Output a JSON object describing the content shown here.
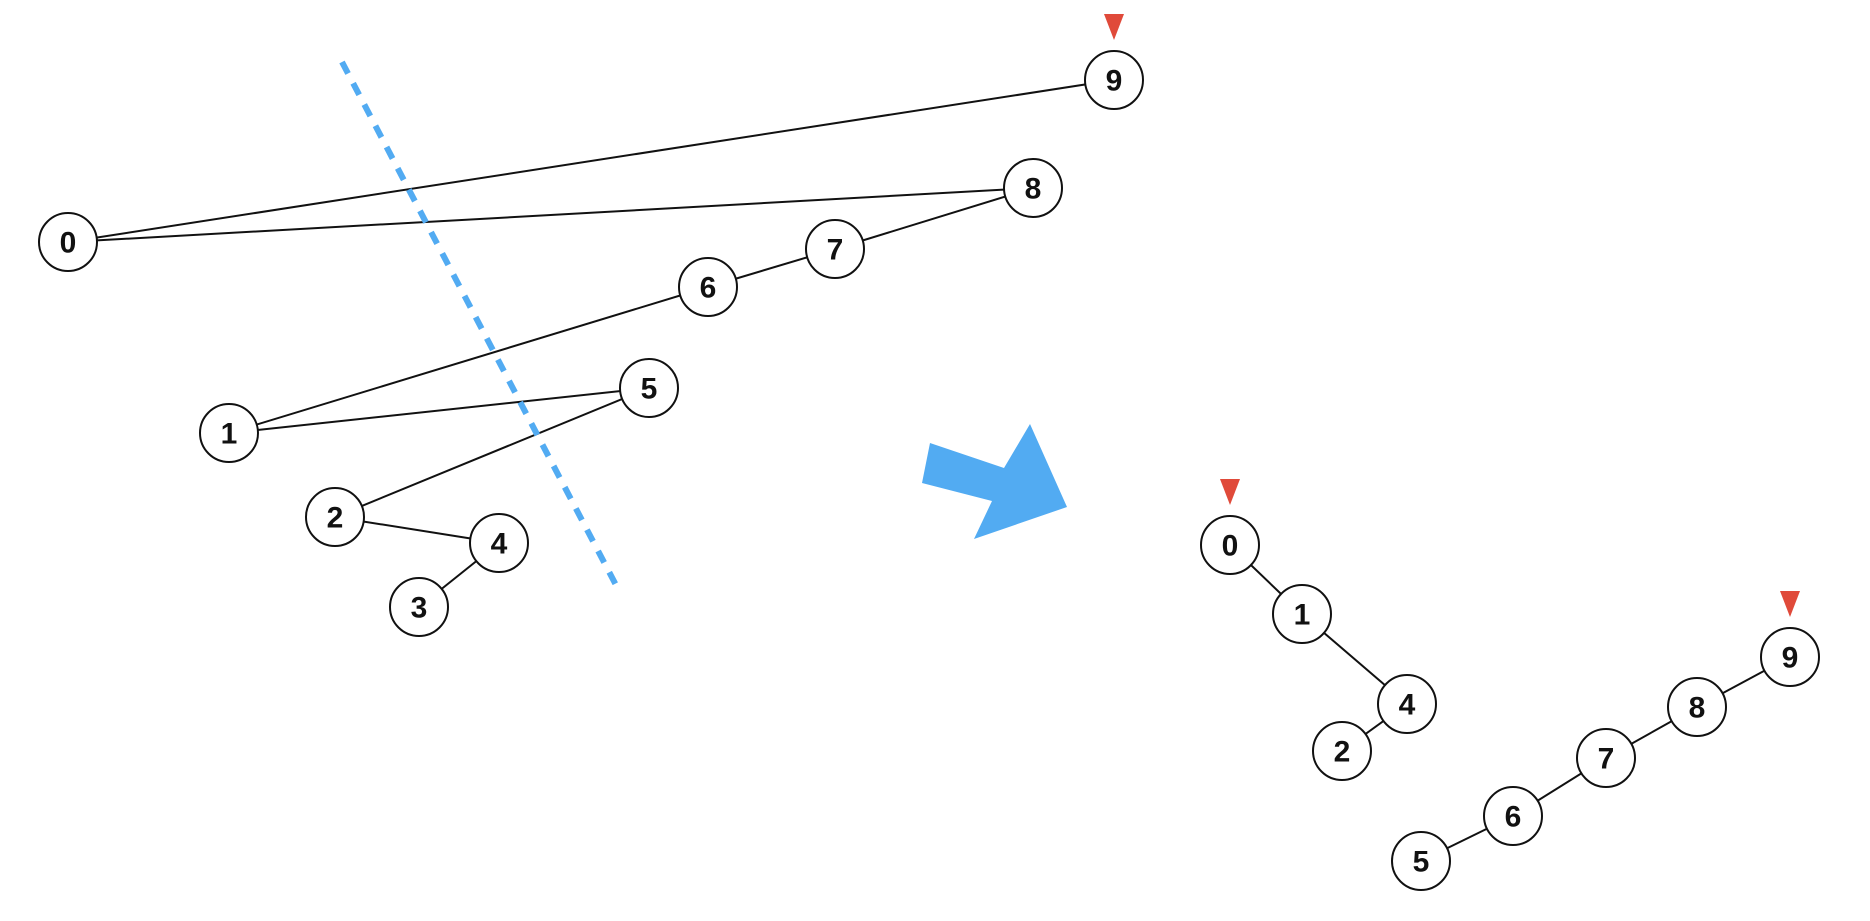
{
  "colors": {
    "node_fill": "#ffffff",
    "stroke": "#111111",
    "accent_blue": "#52abf2",
    "marker_red": "#e04a3a"
  },
  "left_tree": {
    "nodes": [
      "0",
      "1",
      "2",
      "3",
      "4",
      "5",
      "6",
      "7",
      "8",
      "9"
    ],
    "edges": [
      [
        "0",
        "9"
      ],
      [
        "0",
        "8"
      ],
      [
        "8",
        "7"
      ],
      [
        "7",
        "6"
      ],
      [
        "6",
        "1"
      ],
      [
        "1",
        "5"
      ],
      [
        "5",
        "2"
      ],
      [
        "2",
        "4"
      ],
      [
        "4",
        "3"
      ]
    ],
    "root_marked": "9"
  },
  "right_trees": [
    {
      "nodes": [
        "0",
        "1",
        "4",
        "2"
      ],
      "edges": [
        [
          "0",
          "1"
        ],
        [
          "1",
          "4"
        ],
        [
          "4",
          "2"
        ]
      ],
      "root_marked": "0"
    },
    {
      "nodes": [
        "9",
        "8",
        "7",
        "6",
        "5"
      ],
      "edges": [
        [
          "9",
          "8"
        ],
        [
          "8",
          "7"
        ],
        [
          "7",
          "6"
        ],
        [
          "6",
          "5"
        ]
      ],
      "root_marked": "9"
    }
  ],
  "icons": {
    "cut_line": "dashed-cut-line",
    "transform_arrow": "arrow-right-icon",
    "root_marker": "triangle-down-icon"
  }
}
